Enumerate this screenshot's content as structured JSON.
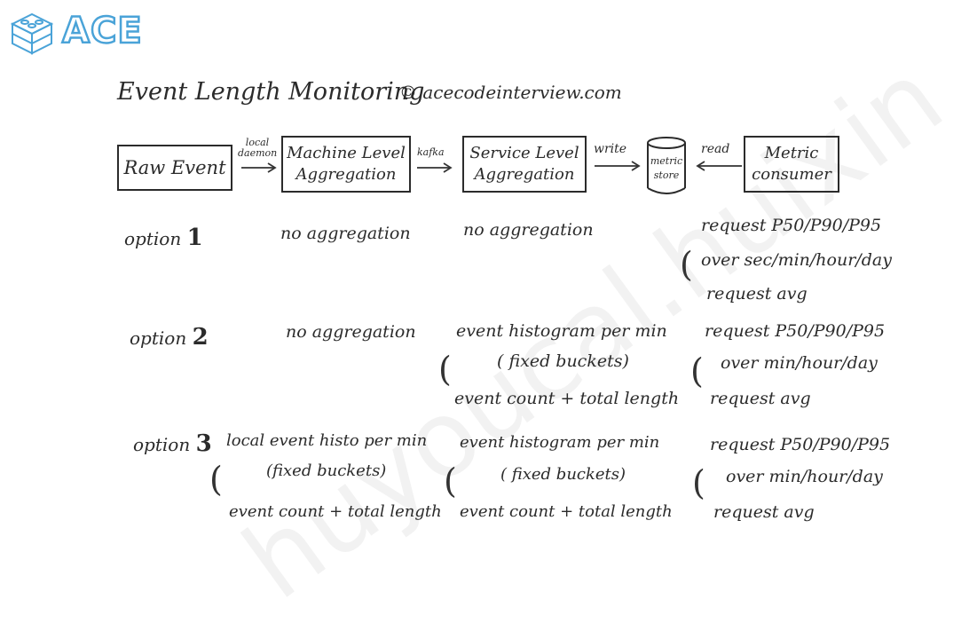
{
  "logo": {
    "text": "ACE"
  },
  "watermark": "huyoucal.huixin",
  "title": "Event Length Monitoring",
  "copyright": "© acecodeinterview.com",
  "pipeline": {
    "raw_event": "Raw Event",
    "arrow1": "local daemon",
    "machine": [
      "Machine Level",
      "Aggregation"
    ],
    "arrow2": "kafka",
    "service": [
      "Service Level",
      "Aggregation"
    ],
    "arrow3": "write",
    "store": [
      "metric",
      "store"
    ],
    "arrow4": "read",
    "consumer": [
      "Metric",
      "consumer"
    ]
  },
  "options": [
    {
      "label": "option",
      "num": "1",
      "machine": [
        "no aggregation"
      ],
      "service": [
        "no aggregation"
      ],
      "consumer": [
        "request P50/P90/P95",
        "over sec/min/hour/day",
        "request avg"
      ]
    },
    {
      "label": "option",
      "num": "2",
      "machine": [
        "no aggregation"
      ],
      "service": [
        "event histogram per min",
        "( fixed buckets)",
        "event count + total length"
      ],
      "consumer": [
        "request P50/P90/P95",
        "over min/hour/day",
        "request avg"
      ]
    },
    {
      "label": "option",
      "num": "3",
      "machine": [
        "local event histo per min",
        "(fixed buckets)",
        "event count + total length"
      ],
      "service": [
        "event histogram per min",
        "( fixed buckets)",
        "event count + total length"
      ],
      "consumer": [
        "request P50/P90/P95",
        "over min/hour/day",
        "request avg"
      ]
    }
  ]
}
